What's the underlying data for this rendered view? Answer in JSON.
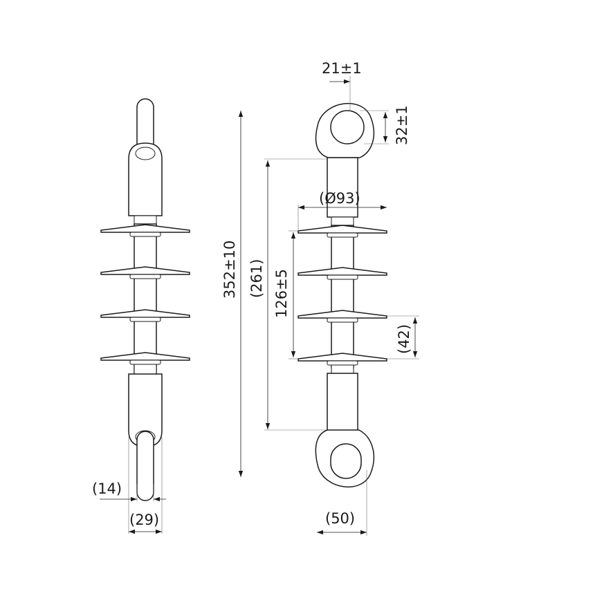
{
  "dimensions": {
    "eye_width": "21±1",
    "eye_height": "32±1",
    "overall_length": "352±10",
    "insulating_length": "(261)",
    "shed_diameter": "(Ø93)",
    "shed_span": "126±5",
    "shed_spacing": "(42)",
    "rod_diameter": "(14)",
    "fitting_diameter": "(29)",
    "eye_outer_width": "(50)"
  }
}
